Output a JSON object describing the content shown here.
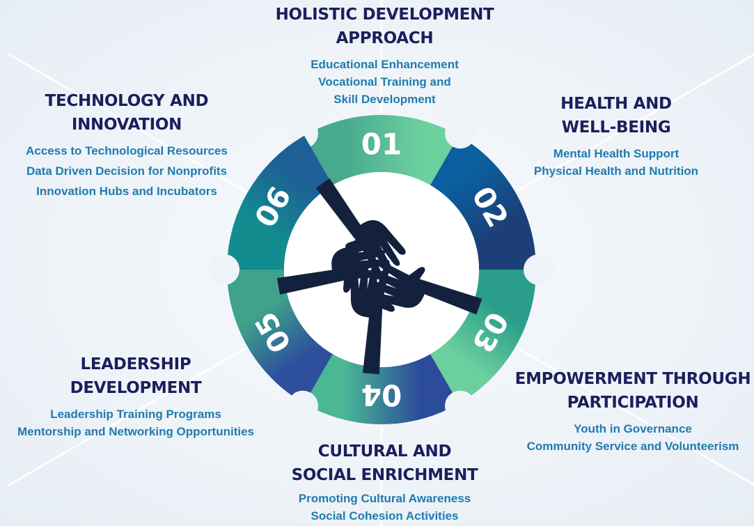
{
  "segments": [
    {
      "number": "01",
      "title_lines": [
        "HOLISTIC DEVELOPMENT",
        "APPROACH"
      ],
      "items": [
        "Educational Enhancement",
        "Vocational Training and",
        "Skill Development"
      ],
      "colors": [
        "#47a98e",
        "#6ccf9e"
      ]
    },
    {
      "number": "02",
      "title_lines": [
        "HEALTH AND",
        "WELL-BEING"
      ],
      "items": [
        "Mental Health Support",
        "Physical Health and Nutrition"
      ],
      "colors": [
        "#0b5f9e",
        "#1c3f78"
      ]
    },
    {
      "number": "03",
      "title_lines": [
        "EMPOWERMENT THROUGH",
        "PARTICIPATION"
      ],
      "items": [
        "Youth in Governance",
        "Community Service and Volunteerism"
      ],
      "colors": [
        "#2a9e8a",
        "#6ccf9e"
      ]
    },
    {
      "number": "04",
      "title_lines": [
        "CULTURAL AND",
        "SOCIAL ENRICHMENT"
      ],
      "items": [
        "Promoting Cultural Awareness",
        "Social Cohesion Activities"
      ],
      "colors": [
        "#2c4b9a",
        "#4ab895"
      ]
    },
    {
      "number": "05",
      "title_lines": [
        "LEADERSHIP",
        "DEVELOPMENT"
      ],
      "items": [
        "Leadership Training Programs",
        "Mentorship and Networking Opportunities"
      ],
      "colors": [
        "#2e4f9c",
        "#3ea28c"
      ]
    },
    {
      "number": "06",
      "title_lines": [
        "TECHNOLOGY AND",
        "INNOVATION"
      ],
      "items": [
        "Access to Technological Resources",
        "Data Driven Decision for Nonprofits",
        "Innovation Hubs and Incubators"
      ],
      "colors": [
        "#128c8f",
        "#1d5f96"
      ]
    }
  ],
  "colors": {
    "title": "#1b1f5c",
    "item": "#1f7bb0",
    "hands": "#14213d",
    "center": "#ffffff"
  },
  "icons": {
    "center": "hands-together-icon"
  }
}
